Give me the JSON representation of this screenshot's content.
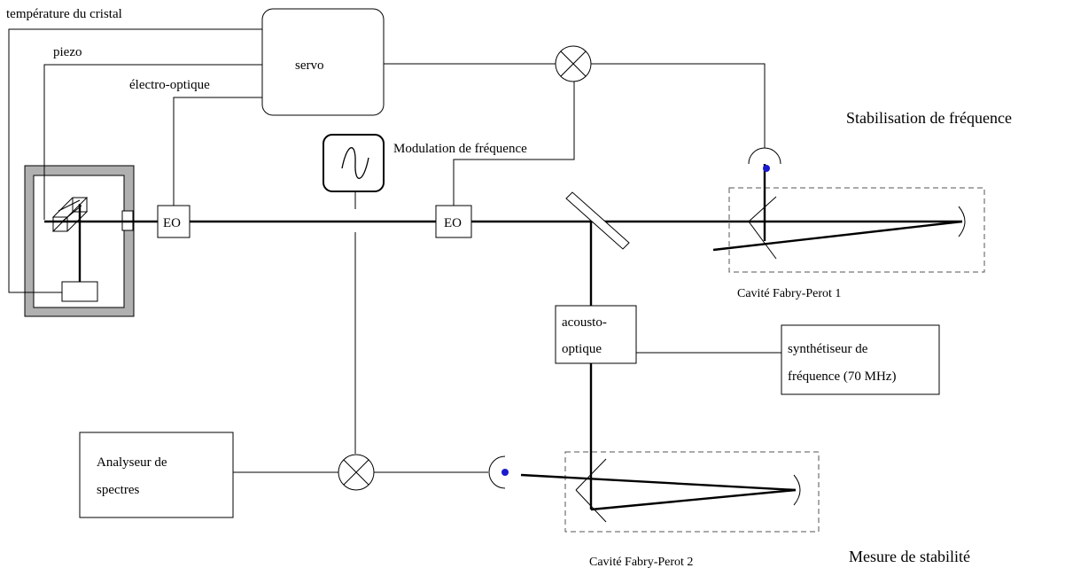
{
  "labels": {
    "crystal_temp": "température du cristal",
    "piezo": "piezo",
    "electro_optic": "électro-optique",
    "servo": "servo",
    "freq_mod": "Modulation de fréquence",
    "freq_stab": "Stabilisation de fréquence",
    "eo1": "EO",
    "eo2": "EO",
    "ao_line1": "acousto-",
    "ao_line2": "optique",
    "synth_line1": "synthétiseur de",
    "synth_line2": "fréquence (70 MHz)",
    "fp1": "Cavité Fabry-Perot 1",
    "fp2": "Cavité Fabry-Perot 2",
    "analyzer_line1": "Analyseur de",
    "analyzer_line2": "spectres",
    "stab_measure": "Mesure de stabilité"
  },
  "colors": {
    "detector_dot": "#1a1acc",
    "laser_housing": "#b0b0b0"
  }
}
